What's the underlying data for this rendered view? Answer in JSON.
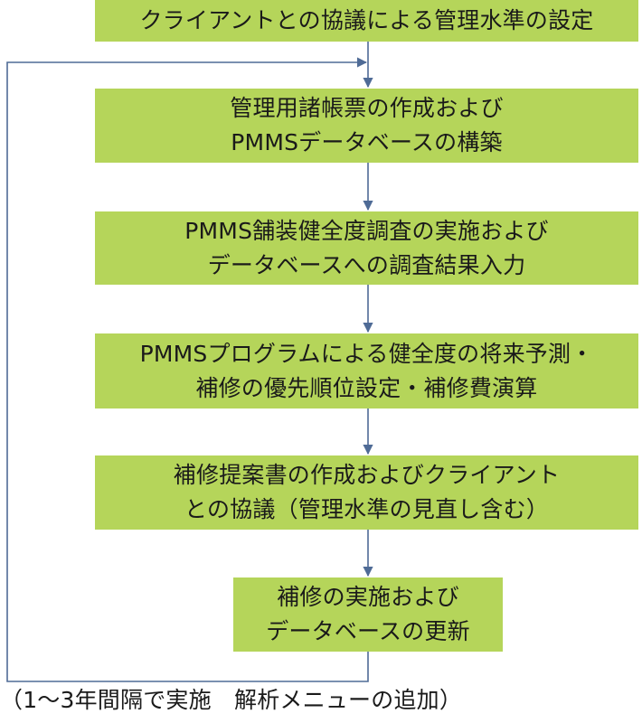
{
  "colors": {
    "box_fill": "#b5d55a",
    "connector": "#4f6b96",
    "text": "#1a1a1a"
  },
  "steps": [
    {
      "lines": [
        "クライアントとの協議による管理水準の設定"
      ]
    },
    {
      "lines": [
        "管理用諸帳票の作成および",
        "PMMSデータベースの構築"
      ]
    },
    {
      "lines": [
        "PMMS舗装健全度調査の実施および",
        "データベースへの調査結果入力"
      ]
    },
    {
      "lines": [
        "PMMSプログラムによる健全度の将来予測・",
        "補修の優先順位設定・補修費演算"
      ]
    },
    {
      "lines": [
        "補修提案書の作成およびクライアント",
        "との協議（管理水準の見直し含む）"
      ]
    },
    {
      "lines": [
        "補修の実施および",
        "データベースの更新"
      ]
    }
  ],
  "loop_note": "（1〜3年間隔で実施　解析メニューの追加）"
}
